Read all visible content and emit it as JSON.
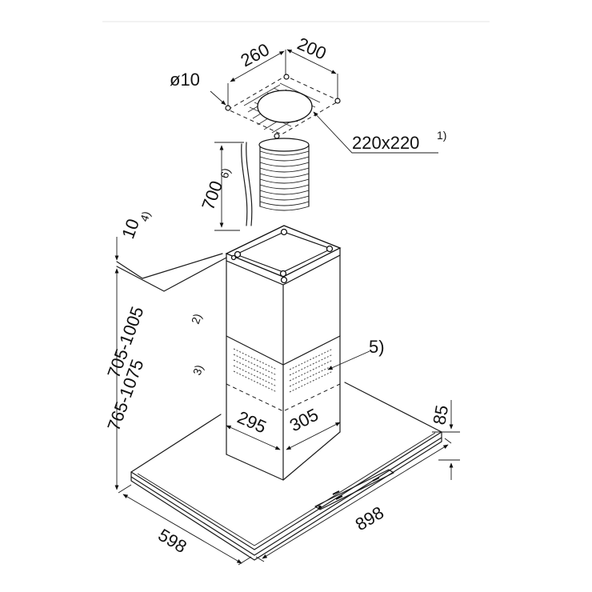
{
  "labels": {
    "dim_260": "260",
    "dim_200": "200",
    "dim_hole": "ø10",
    "dim_outlet": "220x220",
    "dim_outlet_note": "1)",
    "dim_700": "700",
    "dim_700_note": "6)",
    "dim_10": "10",
    "dim_10_note": "4)",
    "dim_height_a": "705-1005",
    "dim_height_a_note": "2)",
    "dim_height_b": "765-1075",
    "dim_height_b_note": "3)",
    "callout_5": "5)",
    "dim_295": "295",
    "dim_305": "305",
    "dim_85": "85",
    "dim_598": "598",
    "dim_898": "898"
  }
}
